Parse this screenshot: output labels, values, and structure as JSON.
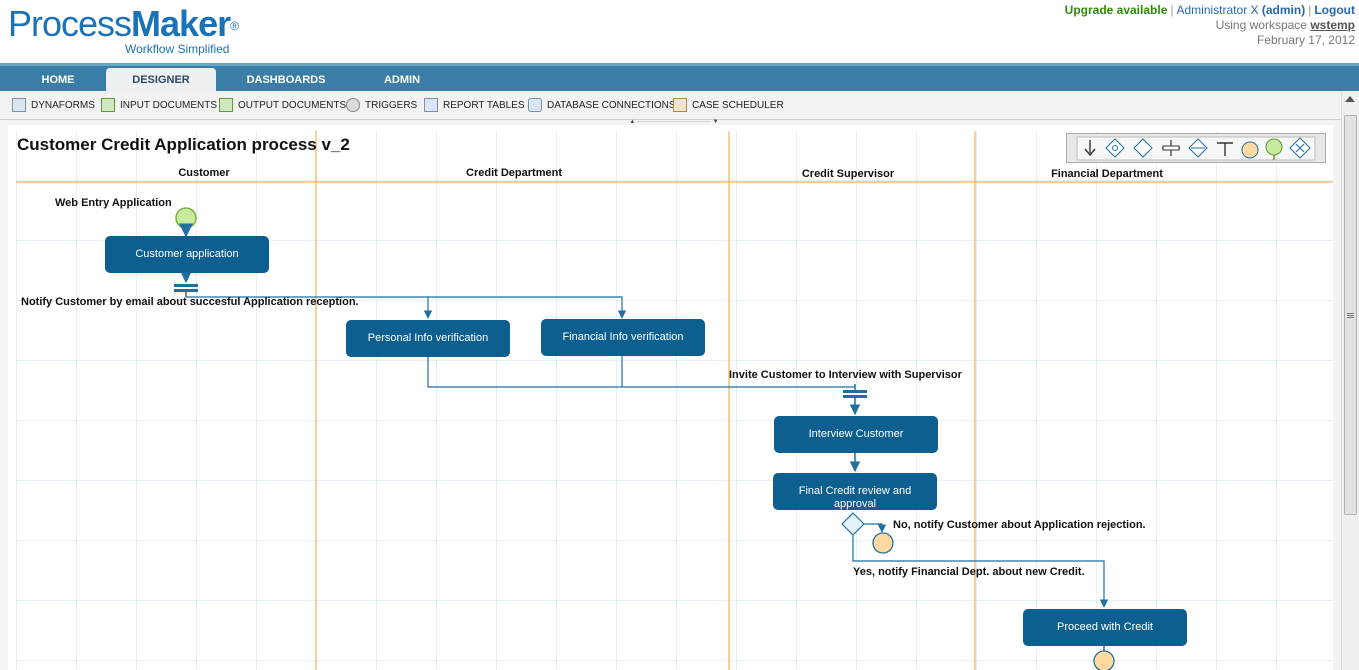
{
  "header": {
    "logo_text_plain": "Process",
    "logo_text_bold": "Maker",
    "logo_registered": "®",
    "logo_tagline": "Workflow Simplified",
    "upgrade": "Upgrade available",
    "separator": "|",
    "user_name": "Administrator X",
    "user_role": "(admin)",
    "logout": "Logout",
    "workspace_label": "Using workspace",
    "workspace_name": "wstemp",
    "date": "February 17, 2012"
  },
  "nav": {
    "tabs": [
      {
        "label": "HOME"
      },
      {
        "label": "DESIGNER"
      },
      {
        "label": "DASHBOARDS"
      },
      {
        "label": "ADMIN"
      }
    ],
    "active_tab": "DESIGNER"
  },
  "toolbar": {
    "items": [
      {
        "label": "DYNAFORMS",
        "icon": "form-icon"
      },
      {
        "label": "INPUT DOCUMENTS",
        "icon": "upload-icon"
      },
      {
        "label": "OUTPUT DOCUMENTS",
        "icon": "download-icon"
      },
      {
        "label": "TRIGGERS",
        "icon": "gear-icon"
      },
      {
        "label": "REPORT TABLES",
        "icon": "table-icon"
      },
      {
        "label": "DATABASE CONNECTIONS",
        "icon": "database-icon"
      },
      {
        "label": "CASE SCHEDULER",
        "icon": "calendar-icon"
      }
    ]
  },
  "process": {
    "title": "Customer Credit Application process v_2",
    "lanes": [
      "Customer",
      "Credit Department",
      "Credit Supervisor",
      "Financial Department"
    ],
    "tasks": {
      "customer_application": "Customer application",
      "personal_info": "Personal Info verification",
      "financial_info": "Financial Info verification",
      "interview_customer": "Interview Customer",
      "final_review_line1": "Final Credit review and",
      "final_review_line2": "approval",
      "proceed_credit": "Proceed with Credit"
    },
    "labels": {
      "web_entry": "Web Entry Application",
      "notify_email": "Notify Customer by email about succesful Application reception.",
      "invite_interview": "Invite Customer to Interview with Supervisor",
      "no_notify": "No, notify Customer about Application rejection.",
      "yes_notify": "Yes, notify Financial Dept. about new Credit."
    },
    "colors": {
      "task_fill": "#0d5f8f",
      "connector": "#1f6fa0",
      "lane_line": "#f0a040",
      "grid": "#cfe2ec",
      "start_event": "#c8eaa0",
      "end_event": "#ffd9a0"
    }
  },
  "palette": {
    "tools": [
      "arrow-down-icon",
      "evaluation-icon",
      "selection-icon",
      "parallel-icon",
      "parallel-evaluation-icon",
      "join-icon",
      "end-event-icon",
      "start-event-icon",
      "gateway-icon"
    ]
  }
}
